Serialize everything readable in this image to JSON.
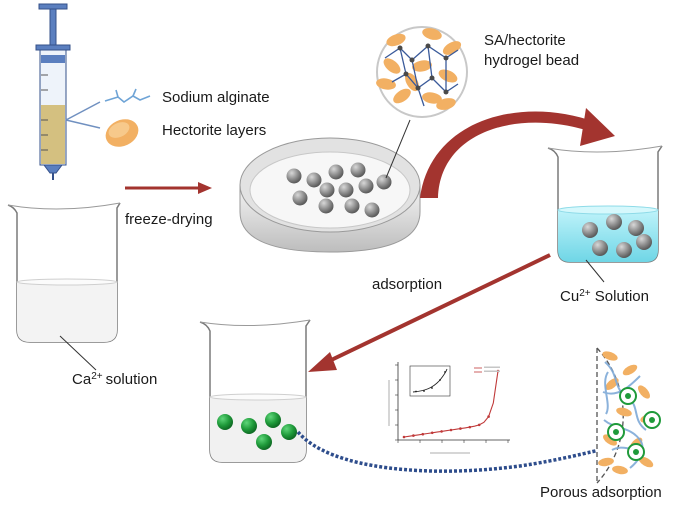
{
  "labels": {
    "sodium_alginate": "Sodium alginate",
    "hectorite_layers": "Hectorite layers",
    "bead_line1": "SA/hectorite",
    "bead_line2": "hydrogel bead",
    "freeze_drying": "freeze-drying",
    "adsorption": "adsorption",
    "cu_ion": "Cu",
    "cu_charge": "2+",
    "cu_suffix": " Solution",
    "ca_ion": "Ca",
    "ca_charge": "2+",
    "ca_suffix": "solution",
    "porous_adsorption": "Porous adsorption"
  },
  "colors": {
    "arrow_red": "#a3342f",
    "dashed_blue": "#2e4d8c",
    "bead_gray": "#8c8c8c",
    "bead_green": "#1f9a3a",
    "cu_liquid": "#7fe0ee",
    "hectorite": "#f2b063",
    "syringe_fill": "#d4c080",
    "syringe_blue": "#5b7fbf"
  },
  "icons": [
    "syringe-icon",
    "alginate-chain-icon",
    "hectorite-flake-icon",
    "petri-dish-icon",
    "beaker-icon",
    "adsorption-isotherm-chart-icon",
    "porous-bead-section-icon"
  ]
}
